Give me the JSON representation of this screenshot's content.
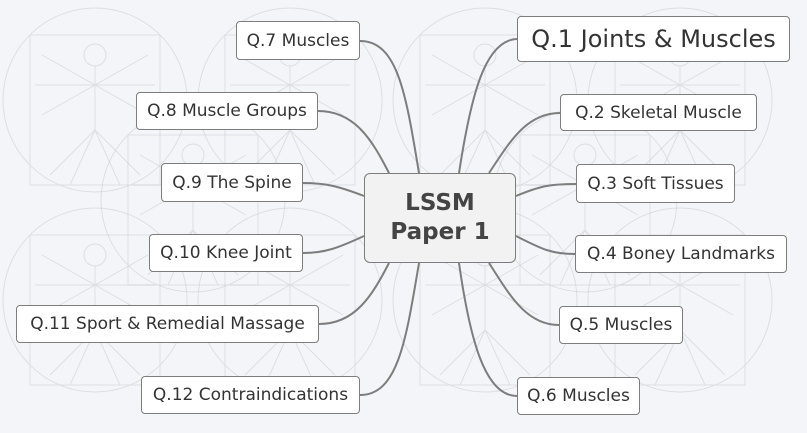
{
  "central": {
    "line1": "LSSM",
    "line2": "Paper 1"
  },
  "topics_right": [
    {
      "id": "q1",
      "label": "Q.1 Joints & Muscles"
    },
    {
      "id": "q2",
      "label": "Q.2 Skeletal Muscle"
    },
    {
      "id": "q3",
      "label": "Q.3 Soft Tissues"
    },
    {
      "id": "q4",
      "label": "Q.4 Boney Landmarks"
    },
    {
      "id": "q5",
      "label": "Q.5 Muscles"
    },
    {
      "id": "q6",
      "label": "Q.6 Muscles"
    }
  ],
  "topics_left": [
    {
      "id": "q7",
      "label": "Q.7 Muscles"
    },
    {
      "id": "q8",
      "label": "Q.8 Muscle Groups"
    },
    {
      "id": "q9",
      "label": "Q.9 The Spine"
    },
    {
      "id": "q10",
      "label": "Q.10 Knee Joint"
    },
    {
      "id": "q11",
      "label": "Q.11 Sport & Remedial Massage"
    },
    {
      "id": "q12",
      "label": "Q.12 Contraindications"
    }
  ],
  "colors": {
    "connector": "#7d7d7d",
    "border": "#7d7d7d",
    "background": "#f4f5f8",
    "watermark": "#c9ccd2"
  }
}
